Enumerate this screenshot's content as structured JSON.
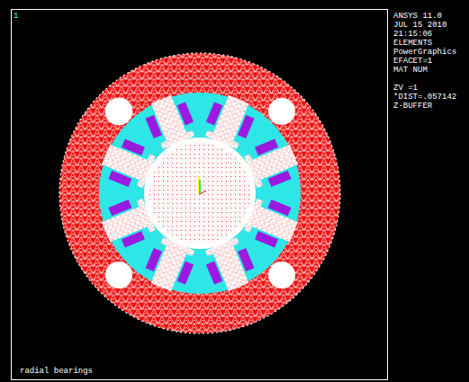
{
  "diagram": {
    "labels": [
      "1",
      "ANSYS 11.0",
      "JUL 15 2010",
      "21:15:06",
      "ELEMENTS",
      "PowerGraphics",
      "EFACET=1",
      "MAT NUM",
      "ZV =1",
      "*DIST=.057142",
      "Z-BUFFER",
      "radial bearings"
    ]
  }
}
